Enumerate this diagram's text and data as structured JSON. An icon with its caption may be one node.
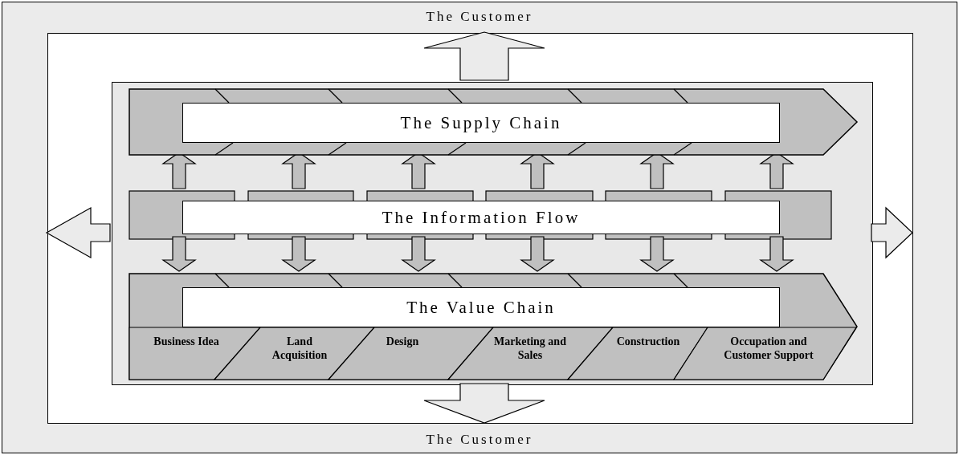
{
  "diagram": {
    "nodes": [
      {
        "text": [
          "The Customer",
          "The Customer"
        ]
      },
      {
        "text": [],
        "shape": "box",
        "in": 0
      },
      {
        "text": [],
        "shape": "box",
        "in": 1
      },
      {
        "text": [
          "The Supply Chain"
        ],
        "in": 2
      },
      {
        "text": [
          "The Information Flow"
        ],
        "in": 2
      },
      {
        "text": [
          "The Value Chain"
        ],
        "in": 2
      },
      {
        "text": [
          "Business Idea"
        ],
        "in": 5
      },
      {
        "text": [
          "Land Acquisition"
        ],
        "in": 5
      },
      {
        "text": [
          "Design"
        ],
        "in": 5
      },
      {
        "text": [
          "Marketing and Sales"
        ],
        "in": 5
      },
      {
        "text": [
          "Construction"
        ],
        "in": 5
      },
      {
        "text": [
          "Occupation and Customer Support"
        ],
        "in": 5
      }
    ],
    "edges": [
      {
        "from": 2,
        "to": 1,
        "arrow": "to"
      },
      {
        "from": 2,
        "to": 1,
        "arrow": "to"
      },
      {
        "from": 2,
        "to": 1,
        "arrow": "to"
      },
      {
        "from": 2,
        "to": 1,
        "arrow": "to"
      },
      {
        "from": 4,
        "to": 3,
        "arrow": "to"
      },
      {
        "from": 4,
        "to": 3,
        "arrow": "to"
      },
      {
        "from": 4,
        "to": 3,
        "arrow": "to"
      },
      {
        "from": 4,
        "to": 3,
        "arrow": "to"
      },
      {
        "from": 4,
        "to": 3,
        "arrow": "to"
      },
      {
        "from": 4,
        "to": 3,
        "arrow": "to"
      },
      {
        "from": 4,
        "to": 5,
        "arrow": "to"
      },
      {
        "from": 4,
        "to": 5,
        "arrow": "to"
      },
      {
        "from": 4,
        "to": 5,
        "arrow": "to"
      },
      {
        "from": 4,
        "to": 5,
        "arrow": "to"
      },
      {
        "from": 4,
        "to": 5,
        "arrow": "to"
      },
      {
        "from": 4,
        "to": 5,
        "arrow": "to"
      }
    ]
  }
}
